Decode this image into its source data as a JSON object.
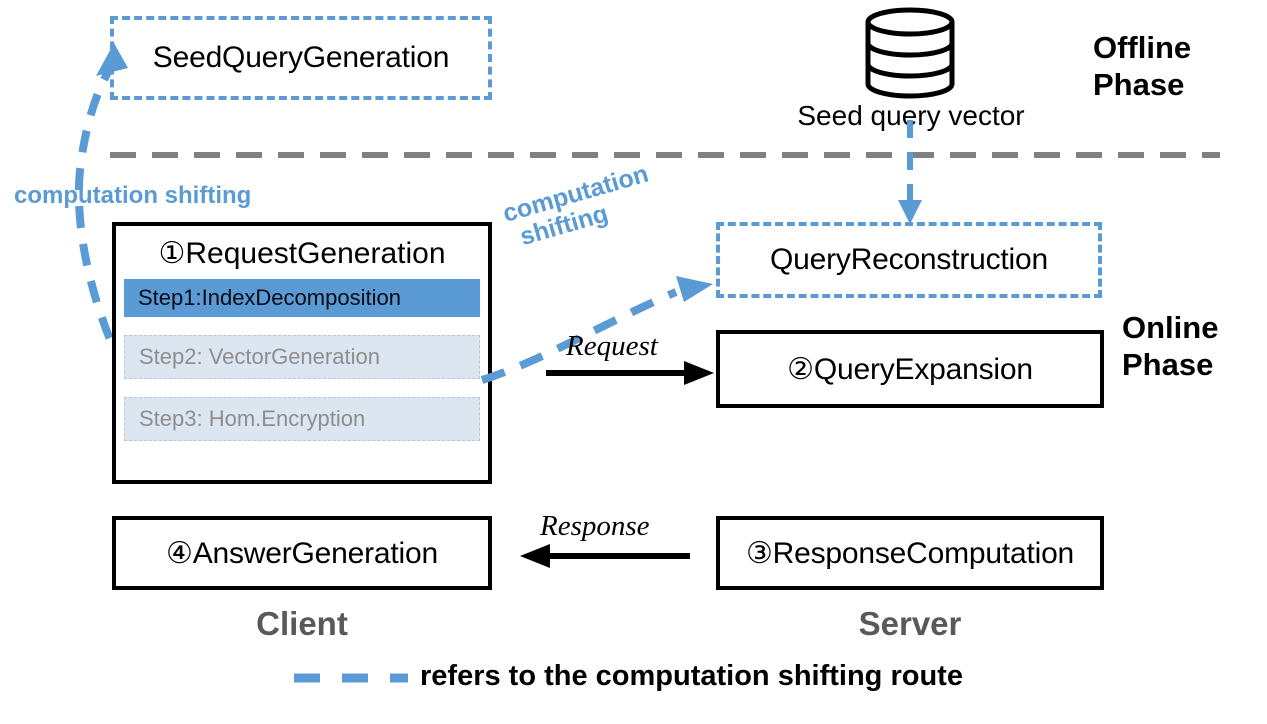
{
  "diagram": {
    "title": "Computation shifting architecture for private query processing",
    "colors": {
      "accent_blue": "#5B9BD5",
      "step_active_fill": "#5B9BD5",
      "step_dim_fill": "#DCE6F1",
      "step_dim_text": "#8E8E8E",
      "divider_gray": "#808080",
      "side_label_gray": "#595959",
      "solid_border": "#000000"
    },
    "offline": {
      "phase_label_line1": "Offline",
      "phase_label_line2": "Phase",
      "seed_box_label": "SeedQueryGeneration",
      "datastore_icon": "database-cylinder-icon",
      "datastore_caption": "Seed query vector"
    },
    "online": {
      "phase_label_line1": "Online",
      "phase_label_line2": "Phase",
      "query_reconstruction_label": "QueryReconstruction",
      "query_expansion_label": "②QueryExpansion",
      "response_computation_label": "③ResponseComputation"
    },
    "client": {
      "title": "①RequestGeneration",
      "steps": [
        {
          "label": "Step1:IndexDecomposition",
          "state": "active"
        },
        {
          "label": "Step2: VectorGeneration",
          "state": "shifted"
        },
        {
          "label": "Step3: Hom.Encryption",
          "state": "shifted"
        }
      ],
      "answer_generation_label": "④AnswerGeneration"
    },
    "side_labels": {
      "client": "Client",
      "server": "Server"
    },
    "flows": {
      "request": "Request",
      "response": "Response",
      "shift_left": "computation shifting",
      "shift_diag_line1": "computation",
      "shift_diag_line2": "shifting"
    },
    "legend": {
      "dash_swatch": "blue-dashed-line-icon",
      "text": "refers to the computation shifting route"
    }
  }
}
